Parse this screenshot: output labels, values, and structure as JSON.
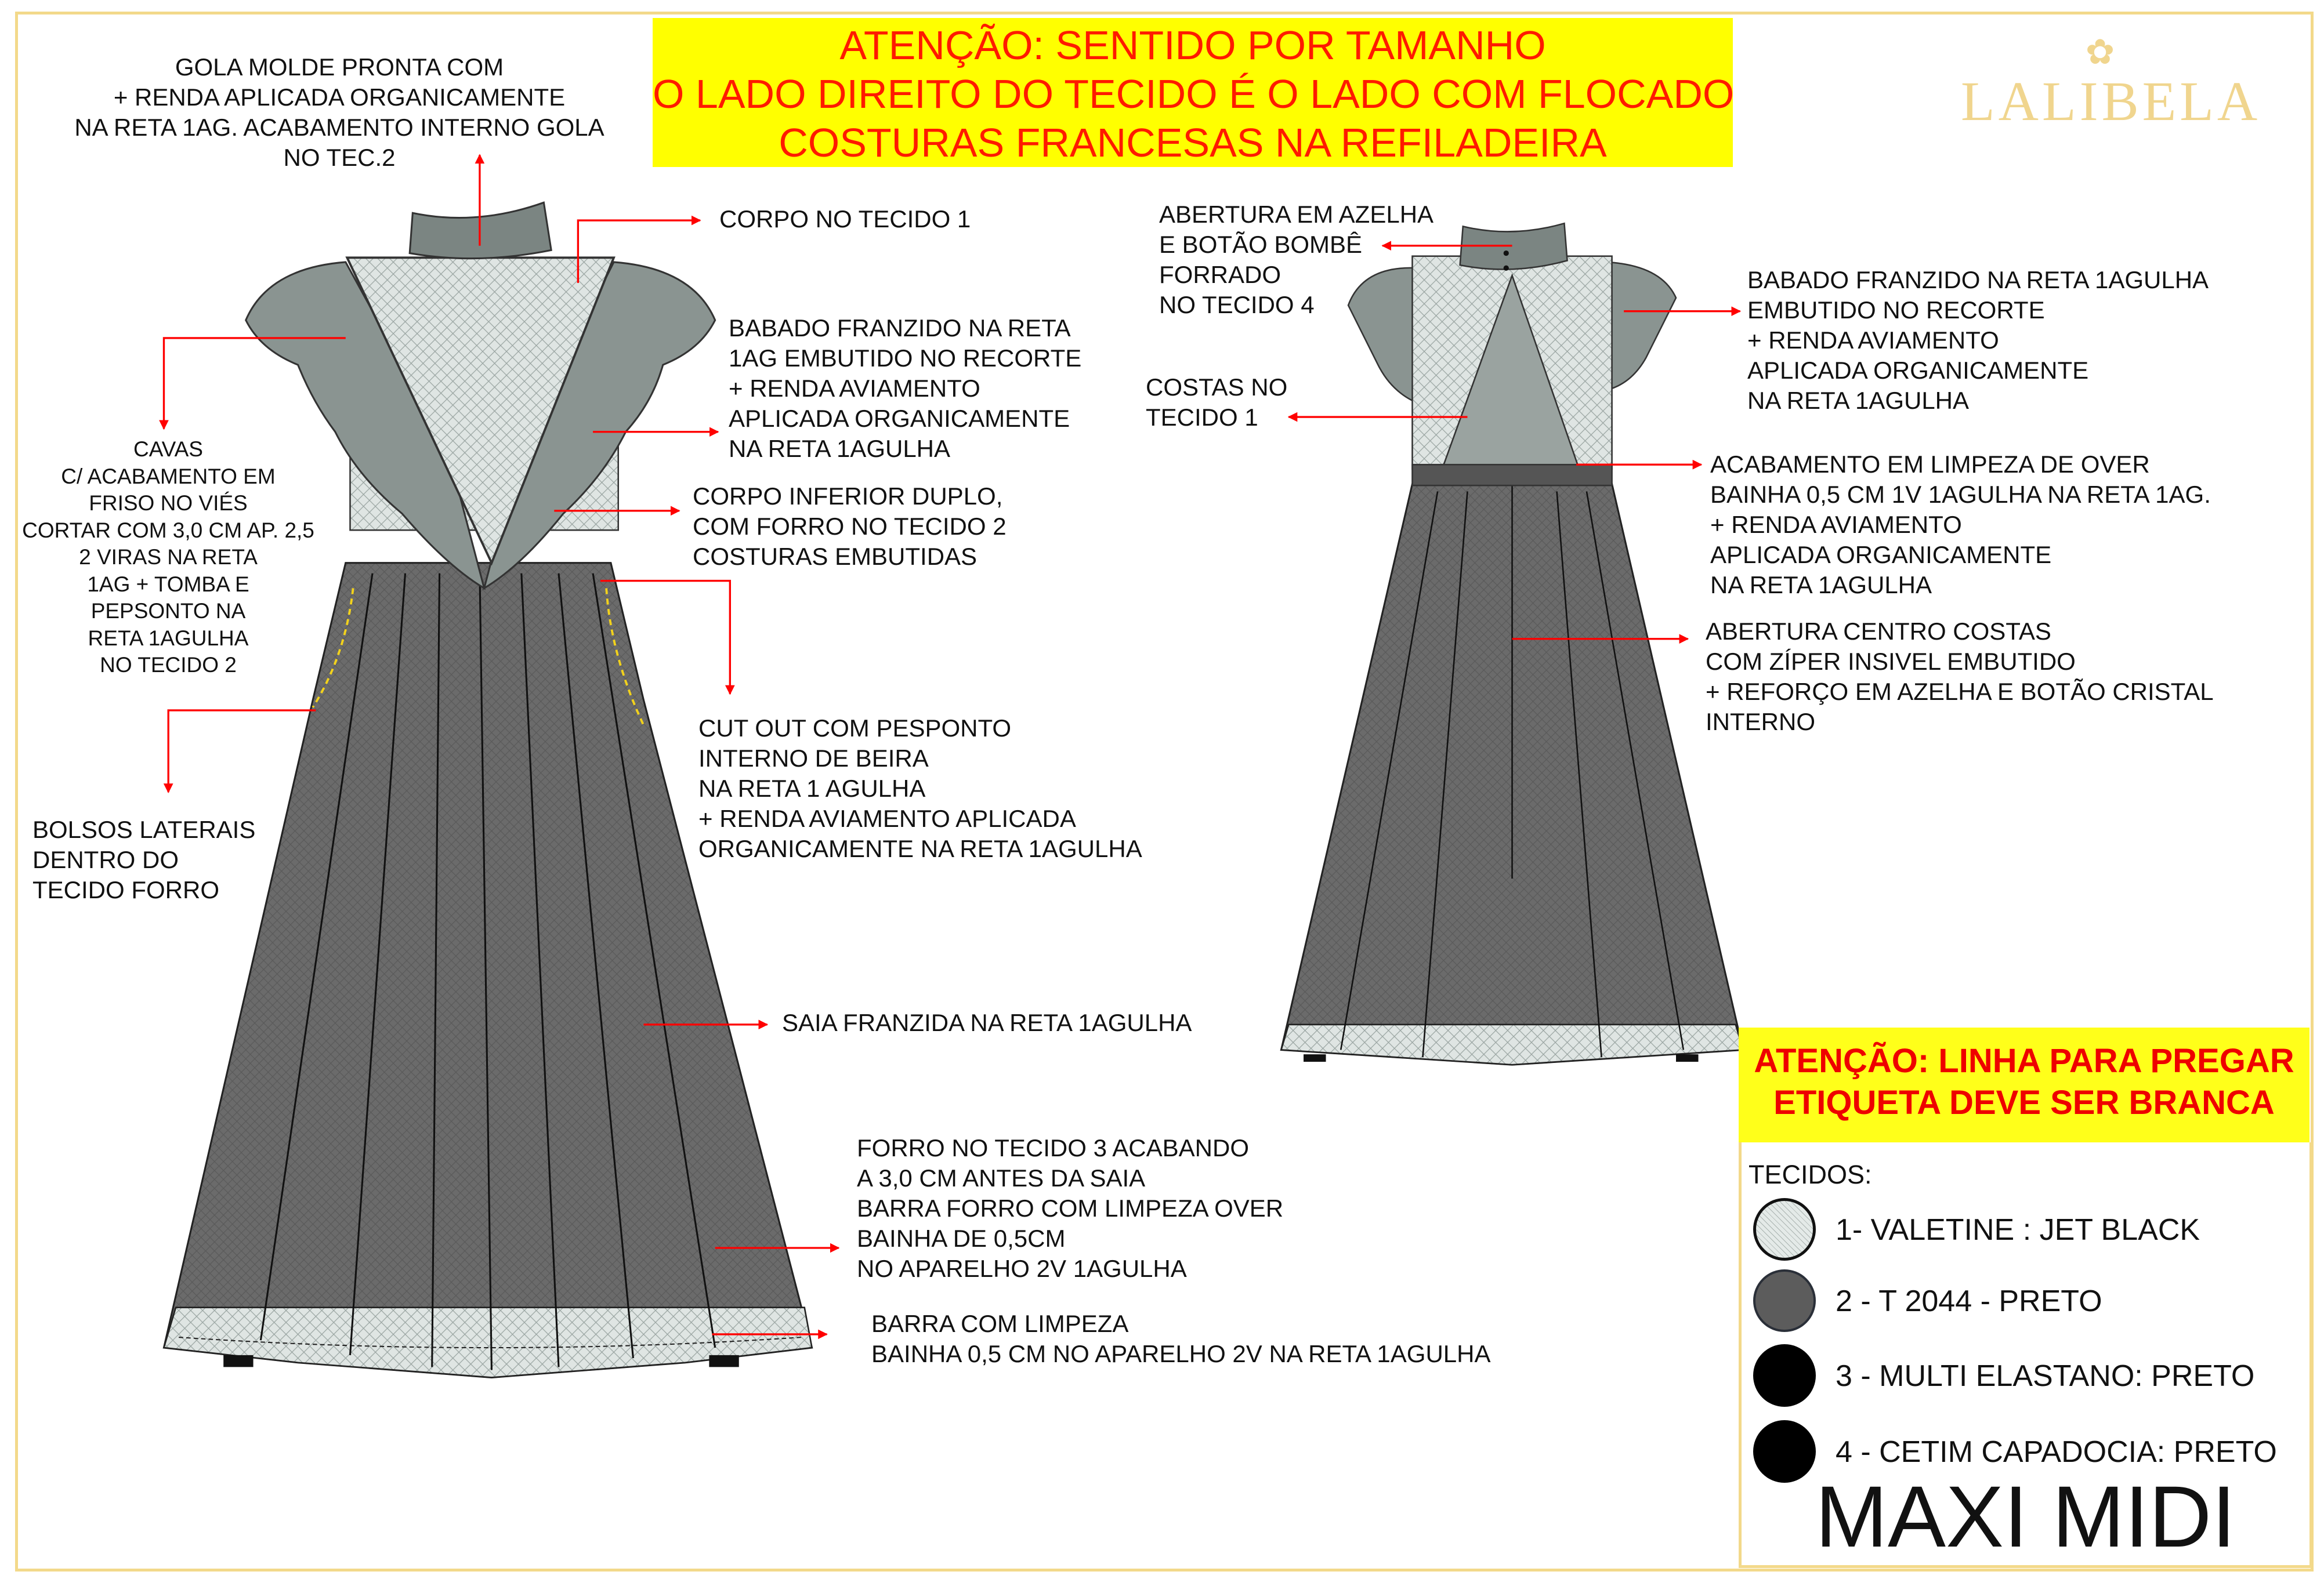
{
  "colors": {
    "accent_red": "#ff1a00",
    "notice_yellow": "#ffff00",
    "frame_gold": "#f3d98a",
    "lace_dark": "#6b6b6b",
    "lace_light": "#dfe5e3"
  },
  "header_notice": {
    "lines": [
      "ATENÇÃO: SENTIDO POR TAMANHO",
      "O LADO DIREITO DO TECIDO É O LADO COM FLOCADO",
      "COSTURAS FRANCESAS NA REFILADEIRA"
    ]
  },
  "logo": {
    "icon": "bee-icon",
    "text": "LALIBELA"
  },
  "front_notes": {
    "gola": [
      "GOLA MOLDE PRONTA COM",
      "+     RENDA APLICADA ORGANICAMENTE",
      "NA RETA 1AG. ACABAMENTO INTERNO GOLA",
      "NO TEC.2"
    ],
    "corpo": [
      "CORPO NO TECIDO 1"
    ],
    "babado": [
      "BABADO FRANZIDO NA RETA",
      "1AG EMBUTIDO NO RECORTE",
      "+     RENDA AVIAMENTO",
      "APLICADA ORGANICAMENTE",
      "NA RETA 1AGULHA"
    ],
    "cavas": [
      "CAVAS",
      "C/ ACABAMENTO EM",
      "FRISO NO VIÉS",
      "CORTAR COM 3,0 CM AP. 2,5",
      "2 VIRAS NA RETA",
      "1AG + TOMBA E",
      "PEPSONTO NA",
      "RETA 1AGULHA",
      "NO TECIDO 2"
    ],
    "corpo_inferior": [
      "CORPO INFERIOR DUPLO,",
      "COM FORRO NO TECIDO 2",
      "COSTURAS EMBUTIDAS"
    ],
    "cut_out": [
      "CUT OUT COM PESPONTO",
      "INTERNO DE BEIRA",
      "NA RETA 1 AGULHA",
      "+     RENDA AVIAMENTO APLICADA",
      "ORGANICAMENTE NA RETA 1AGULHA"
    ],
    "bolsos": [
      "BOLSOS  LATERAIS",
      "DENTRO DO",
      "TECIDO FORRO"
    ],
    "saia": [
      "SAIA FRANZIDA NA RETA 1AGULHA"
    ],
    "forro": [
      "FORRO NO TECIDO 3 ACABANDO",
      "A 3,0 CM ANTES DA SAIA",
      "BARRA FORRO COM LIMPEZA OVER",
      "BAINHA DE 0,5CM",
      "NO APARELHO 2V 1AGULHA"
    ],
    "barra": [
      "BARRA COM  LIMPEZA",
      "BAINHA 0,5 CM NO APARELHO 2V NA RETA  1AGULHA"
    ]
  },
  "back_notes": {
    "abertura_azelha": [
      "ABERTURA EM AZELHA",
      "E BOTÃO BOMBÊ",
      "FORRADO",
      "NO TECIDO 4"
    ],
    "costas": [
      "COSTAS NO",
      "TECIDO 1"
    ],
    "babado": [
      "BABADO FRANZIDO NA RETA 1AGULHA",
      "EMBUTIDO NO RECORTE",
      "+     RENDA AVIAMENTO",
      "APLICADA ORGANICAMENTE",
      "NA RETA 1AGULHA"
    ],
    "acabamento": [
      "ACABAMENTO EM LIMPEZA DE OVER",
      "BAINHA 0,5 CM 1V 1AGULHA NA RETA 1AG.",
      "+     RENDA AVIAMENTO",
      "APLICADA ORGANICAMENTE",
      "NA RETA 1AGULHA"
    ],
    "abertura_centro": [
      "ABERTURA CENTRO COSTAS",
      "COM ZÍPER INSIVEL EMBUTIDO",
      "+     REFORÇO EM AZELHA E BOTÃO CRISTAL",
      "INTERNO"
    ]
  },
  "label_notice": {
    "lines": [
      "ATENÇÃO: LINHA PARA PREGAR",
      "ETIQUETA DEVE SER BRANCA"
    ]
  },
  "legend": {
    "title": "TECIDOS:",
    "items": [
      {
        "label": "1- VALETINE : JET BLACK",
        "swatch": "lace-swatch",
        "color": "#e4eae8"
      },
      {
        "label": "2 - T 2044 - PRETO",
        "swatch": "solid-swatch",
        "color": "#5c5c5c"
      },
      {
        "label": "3 - MULTI ELASTANO: PRETO",
        "swatch": "solid-swatch",
        "color": "#000000"
      },
      {
        "label": "4 - CETIM CAPADOCIA: PRETO",
        "swatch": "solid-swatch",
        "color": "#000000"
      }
    ],
    "model": "MAXI MIDI"
  }
}
